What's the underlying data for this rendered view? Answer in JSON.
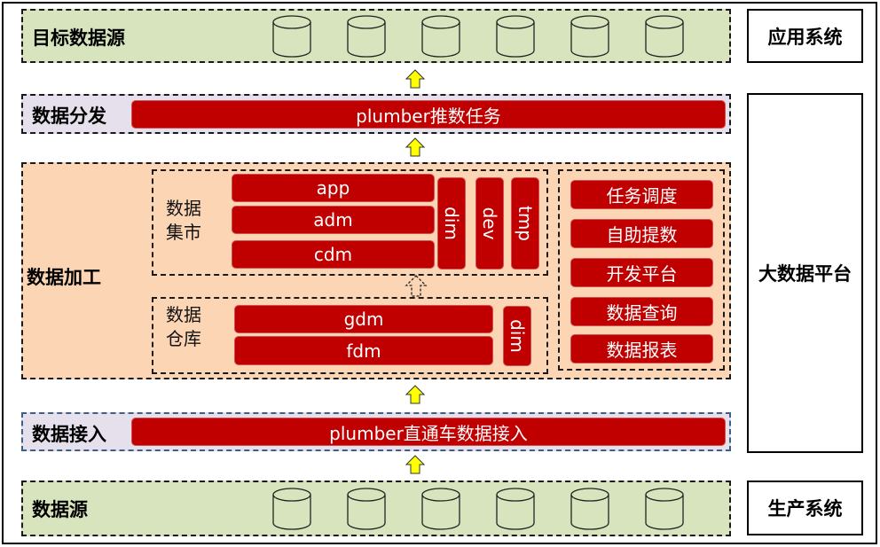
{
  "layers": {
    "target": {
      "title": "目标数据源",
      "databases": [
        "database-1",
        "database-2",
        "database-3",
        "database-4",
        "database-5",
        "database-6"
      ]
    },
    "distribution": {
      "title": "数据分发",
      "bar": "plumber推数任务"
    },
    "processing": {
      "title": "数据加工",
      "mart": {
        "label_line1": "数据",
        "label_line2": "集市",
        "rows": [
          "app",
          "adm",
          "cdm"
        ],
        "vertical": [
          "dim",
          "dev",
          "tmp"
        ]
      },
      "warehouse": {
        "label_line1": "数据",
        "label_line2": "仓库",
        "rows": [
          "gdm",
          "fdm"
        ],
        "vertical": [
          "dim"
        ]
      },
      "tools": [
        "任务调度",
        "自助提数",
        "开发平台",
        "数据查询",
        "数据报表"
      ]
    },
    "ingest": {
      "title": "数据接入",
      "bar": "plumber直通车数据接入"
    },
    "source": {
      "title": "数据源",
      "databases": [
        "database-1",
        "database-2",
        "database-3",
        "database-4",
        "database-5",
        "database-6"
      ]
    }
  },
  "side": {
    "application": "应用系统",
    "platform": "大数据平台",
    "production": "生产系统"
  },
  "colors": {
    "target_bg": "#d7e4bd",
    "distribution_bg": "#e6e0ec",
    "processing_bg": "#fcd5b5",
    "bar_red": "#c00000",
    "arrow_yellow": "#ffff00"
  }
}
